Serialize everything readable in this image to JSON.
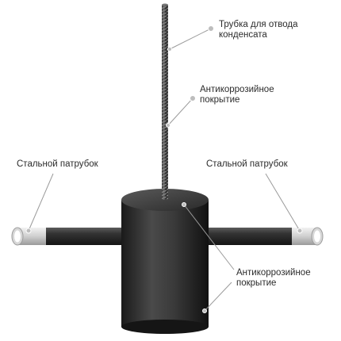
{
  "callouts": {
    "condensate_tube": {
      "line1": "Трубка для отвода",
      "line2": "конденсата"
    },
    "coating_top": {
      "line1": "Антикоррозийное",
      "line2": "покрытие"
    },
    "pipe_left": "Стальной патрубок",
    "pipe_right": "Стальной патрубок",
    "coating_bottom": {
      "line1": "Антикоррозийное",
      "line2": "покрытие"
    }
  },
  "colors": {
    "steel_body": "#2e2e2e",
    "pipe_end": "#d9d9d9",
    "leader_line": "#9a9a9a",
    "marker_dot": "#bdbdbd",
    "label_text": "#2b2b2b"
  }
}
